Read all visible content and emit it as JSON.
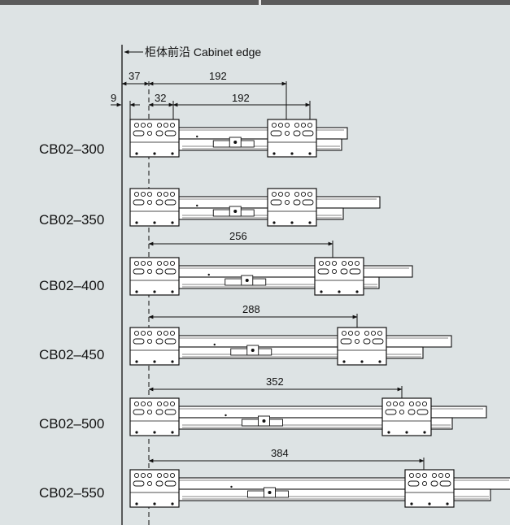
{
  "cabinet_edge_label": "柜体前沿 Cabinet edge",
  "top_dims": {
    "a": "9",
    "b": "37",
    "c": "32",
    "d": "192",
    "e": "192"
  },
  "rows": [
    {
      "model": "CB02–300",
      "spacing": ""
    },
    {
      "model": "CB02–350",
      "spacing": ""
    },
    {
      "model": "CB02–400",
      "spacing": "256"
    },
    {
      "model": "CB02–450",
      "spacing": "288"
    },
    {
      "model": "CB02–500",
      "spacing": "352"
    },
    {
      "model": "CB02–550",
      "spacing": "384"
    }
  ],
  "colors": {
    "background": "#dde3e4",
    "line": "#111111",
    "part_fill": "#ffffff"
  }
}
